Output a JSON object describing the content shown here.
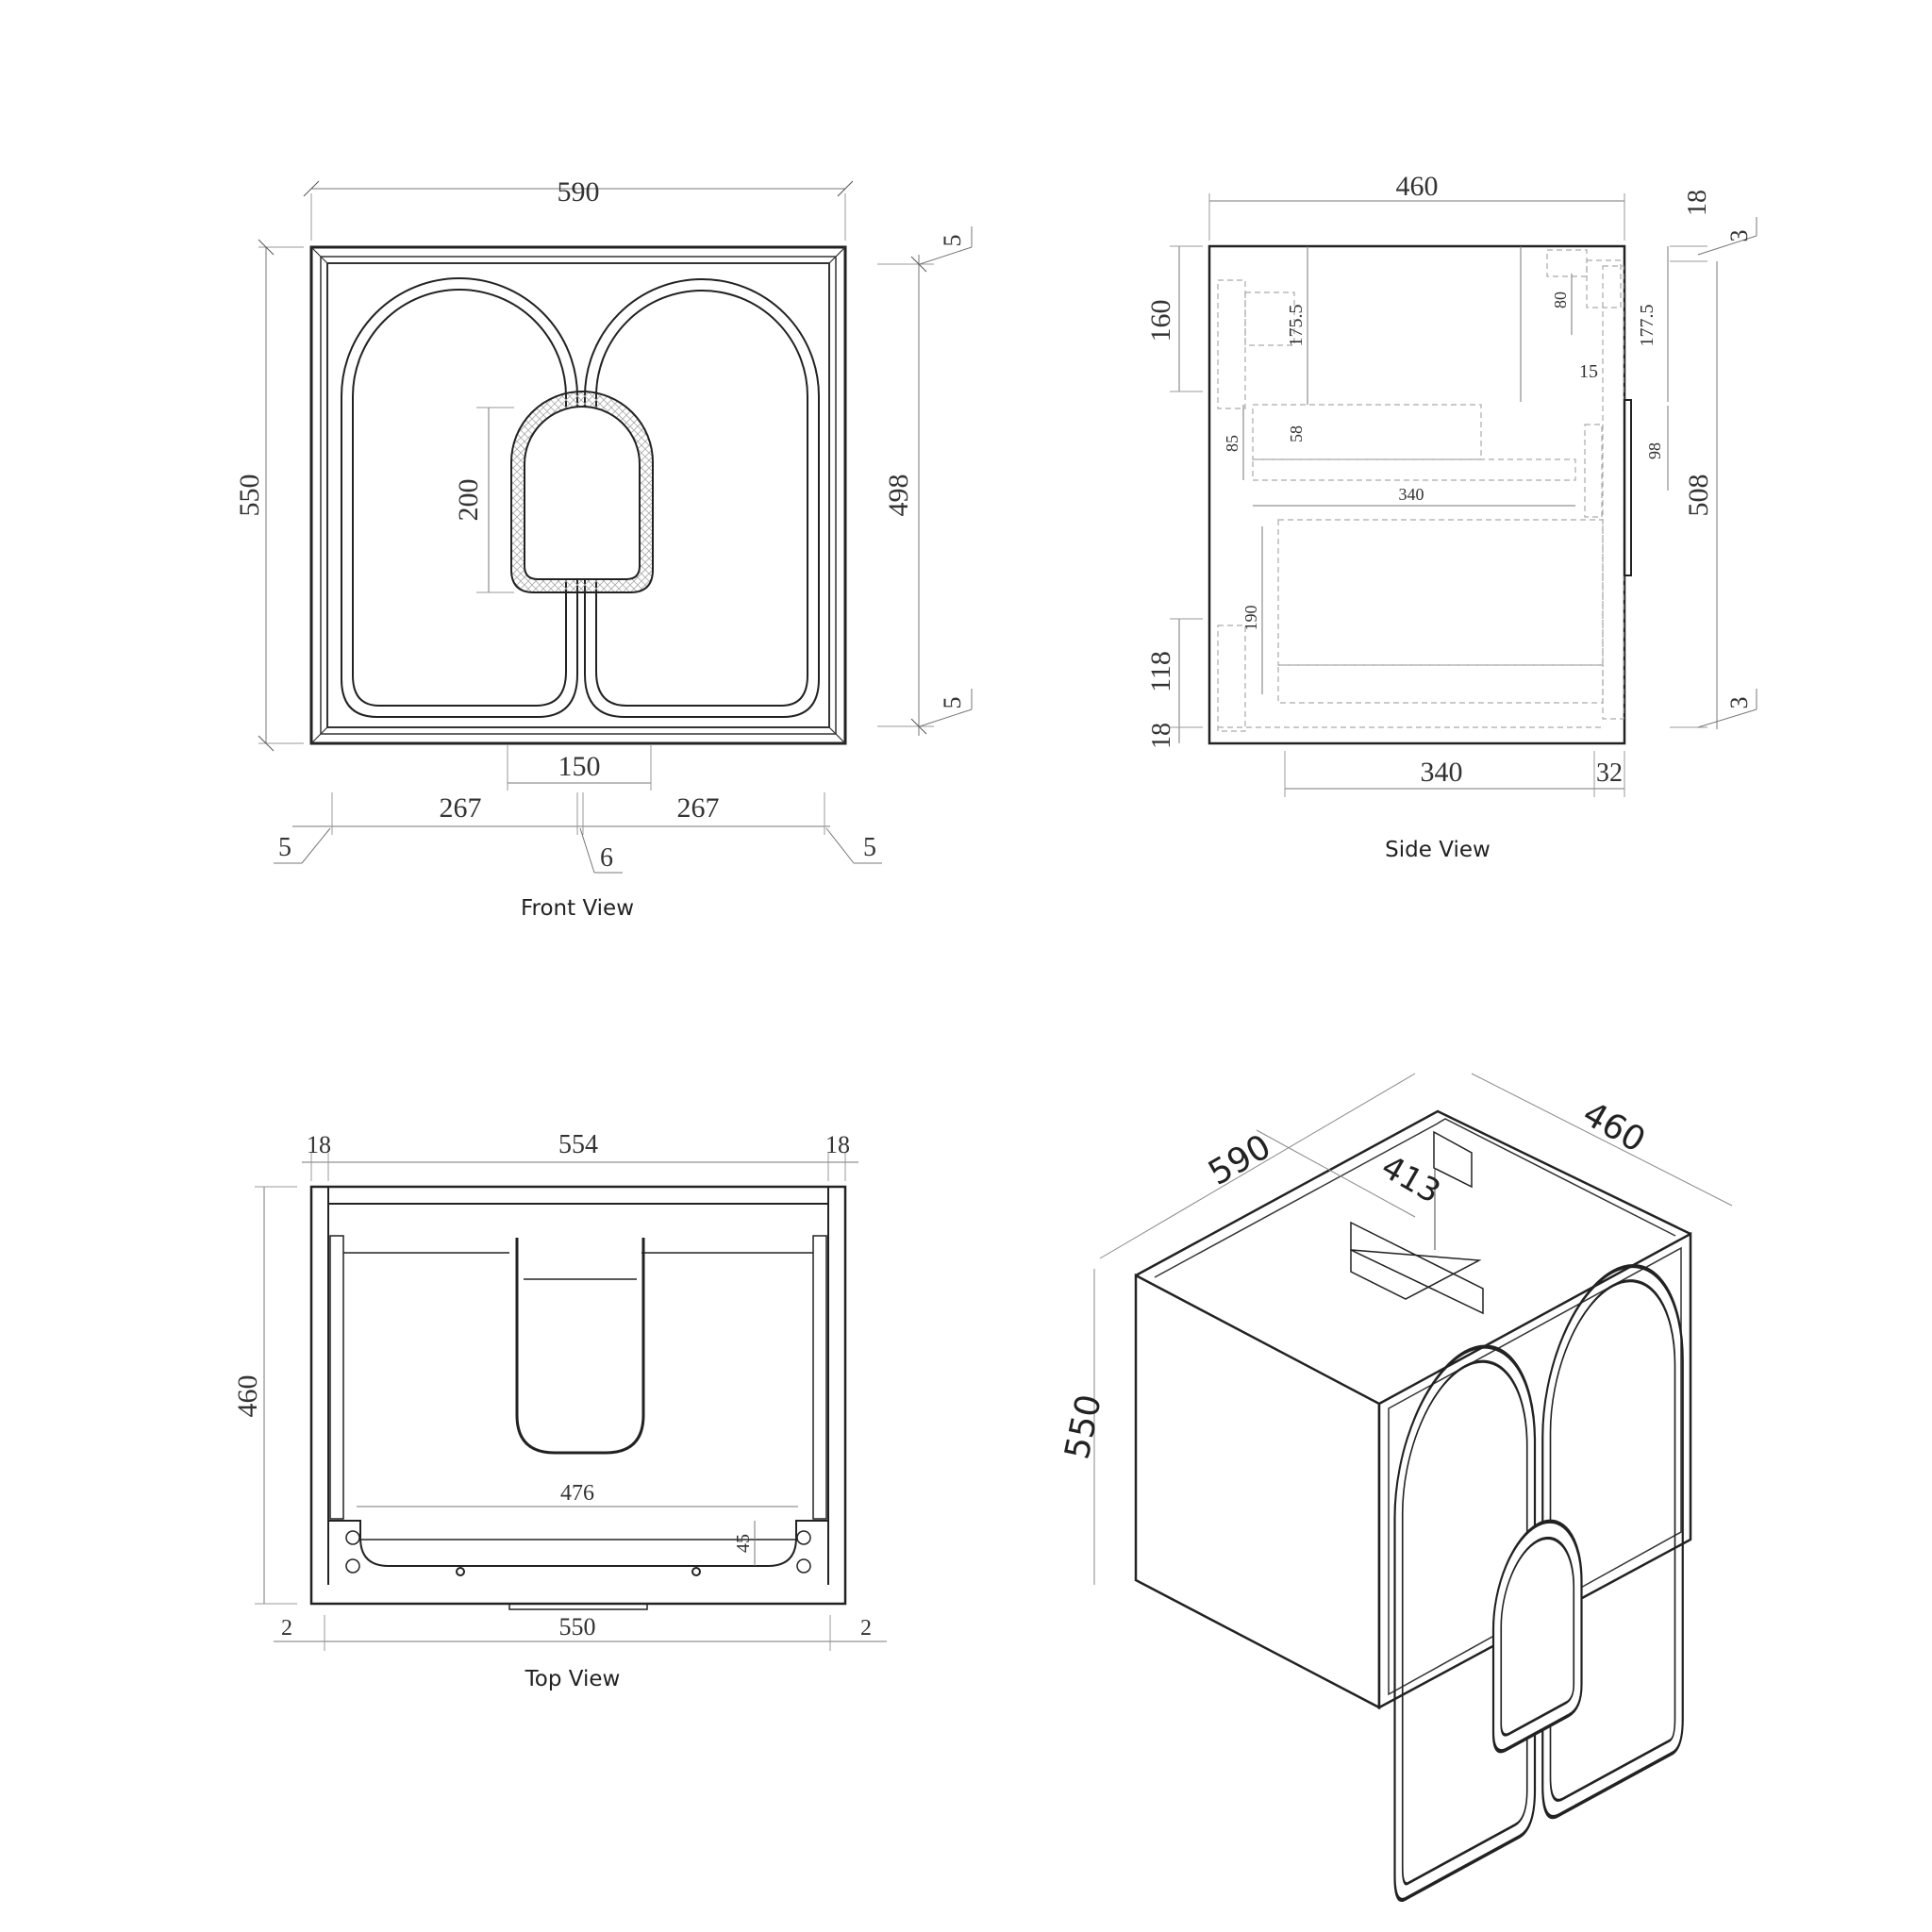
{
  "drawing": {
    "type": "technical-drawing",
    "subject": "wall-hung vanity cabinet with arched double doors",
    "units": "mm"
  },
  "views": {
    "front": {
      "caption": "Front View",
      "dims": {
        "overall_width": "590",
        "overall_height": "550",
        "door_height": "498",
        "top_gap": "5",
        "bottom_gap": "5",
        "handle_height": "200",
        "handle_width": "150",
        "door_left_width": "267",
        "door_right_width": "267",
        "left_gap": "5",
        "center_gap": "6",
        "right_gap": "5"
      }
    },
    "side": {
      "caption": "Side View",
      "dims": {
        "depth": "460",
        "top_panel": "18",
        "top_gap": "3",
        "bracket_top_zone": "160",
        "to_drawer_top": "175.5",
        "rear_bracket": "80",
        "right_to_handle": "177.5",
        "drawer_offset": "15",
        "drawer_height": "85",
        "drawer_inner": "58",
        "handle_length": "98",
        "door_height": "508",
        "drawer_depth": "340",
        "lower_shelf_height": "190",
        "bottom_bracket_zone": "118",
        "bottom_panel": "18",
        "bottom_gap": "3",
        "bottom_depth": "340",
        "front_thickness": "32"
      }
    },
    "top": {
      "caption": "Top View",
      "dims": {
        "left_panel": "18",
        "inner_width": "554",
        "right_panel": "18",
        "depth": "460",
        "drawer_width": "476",
        "cutout_depth": "45",
        "front_width": "550",
        "left_gap": "2",
        "right_gap": "2"
      }
    },
    "isometric": {
      "dims": {
        "width": "590",
        "depth": "460",
        "height": "550",
        "inner": "413"
      }
    }
  }
}
